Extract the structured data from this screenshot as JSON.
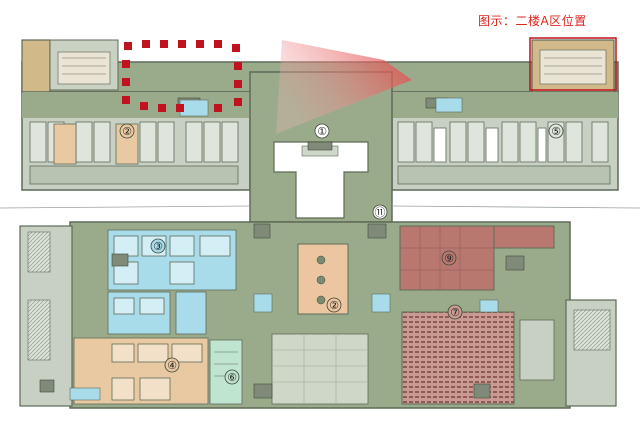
{
  "caption": "图示：二楼A区位置",
  "zones": [
    {
      "label": "①"
    },
    {
      "label": "②"
    },
    {
      "label": "②"
    },
    {
      "label": "③"
    },
    {
      "label": "④"
    },
    {
      "label": "⑤"
    },
    {
      "label": "⑥"
    },
    {
      "label": "⑦"
    },
    {
      "label": "⑨"
    },
    {
      "label": "⑪"
    }
  ],
  "colors": {
    "corridor": "#9aab8c",
    "wall": "#5e6b58",
    "ward": "#c8d0c4",
    "highlight_red": "#c1121f",
    "caption_red": "#e0241c",
    "cyan_zone": "#a9dcea",
    "tan_zone": "#e9c9a2",
    "brown_zone": "#b87870"
  }
}
